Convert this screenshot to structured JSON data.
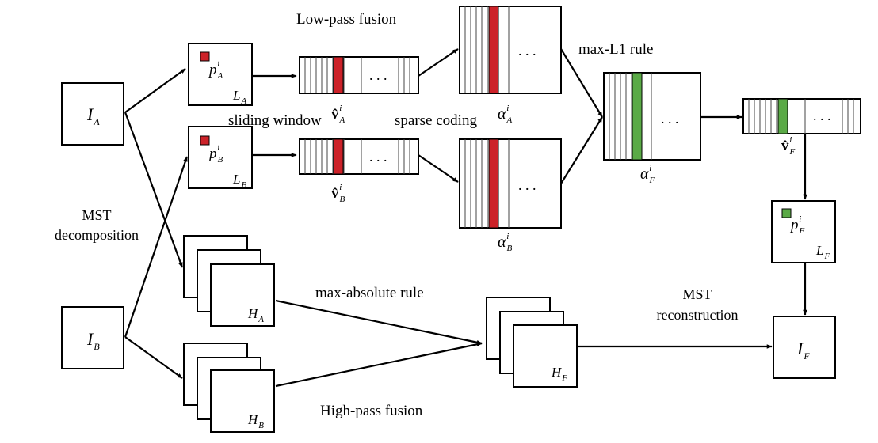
{
  "labels": {
    "low_pass_fusion": "Low-pass fusion",
    "high_pass_fusion": "High-pass fusion",
    "max_l1_rule": "max-L1 rule",
    "max_absolute_rule": "max-absolute rule",
    "sliding_window": "sliding window",
    "sparse_coding": "sparse coding",
    "mst_decomposition_1": "MST",
    "mst_decomposition_2": "decomposition",
    "mst_reconstruction_1": "MST",
    "mst_reconstruction_2": "reconstruction",
    "ellipsis": ". . ."
  },
  "symbols": {
    "I_A": {
      "base": "I",
      "sub": "A"
    },
    "I_B": {
      "base": "I",
      "sub": "B"
    },
    "I_F": {
      "base": "I",
      "sub": "F"
    },
    "L_A": {
      "base": "L",
      "sub": "A"
    },
    "L_B": {
      "base": "L",
      "sub": "B"
    },
    "L_F": {
      "base": "L",
      "sub": "F"
    },
    "H_A": {
      "base": "H",
      "sub": "A"
    },
    "H_B": {
      "base": "H",
      "sub": "B"
    },
    "H_F": {
      "base": "H",
      "sub": "F"
    },
    "p_A": {
      "base": "p",
      "sup": "i",
      "sub": "A"
    },
    "p_B": {
      "base": "p",
      "sup": "i",
      "sub": "B"
    },
    "p_F": {
      "base": "p",
      "sup": "i",
      "sub": "F"
    },
    "v_A": {
      "base": "v̂",
      "sup": "i",
      "sub": "A"
    },
    "v_B": {
      "base": "v̂",
      "sup": "i",
      "sub": "B"
    },
    "v_F": {
      "base": "v̂",
      "sup": "i",
      "sub": "F"
    },
    "alpha_A": {
      "base": "α",
      "sup": "i",
      "sub": "A"
    },
    "alpha_B": {
      "base": "α",
      "sup": "i",
      "sub": "B"
    },
    "alpha_F": {
      "base": "α",
      "sup": "i",
      "sub": "F"
    }
  },
  "colors": {
    "source_highlight": "#cc2229",
    "fused_highlight": "#5aaa46"
  }
}
